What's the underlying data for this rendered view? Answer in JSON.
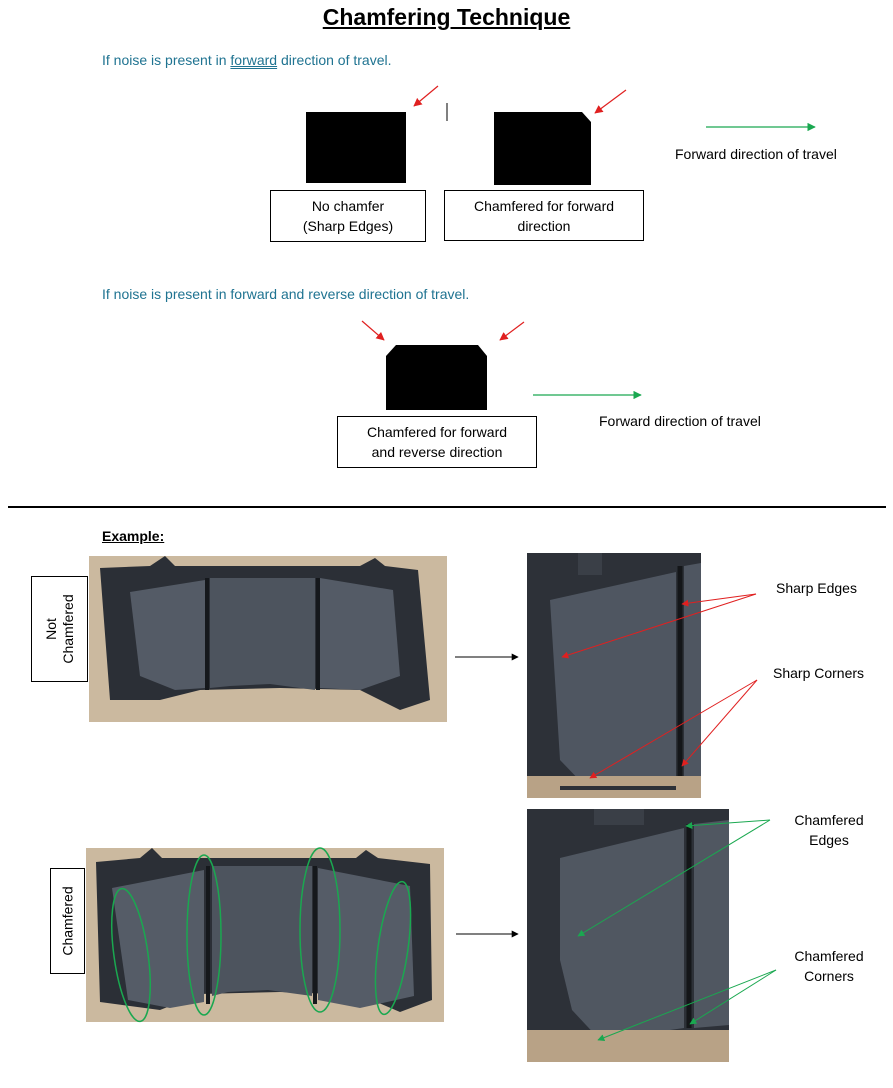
{
  "title": "Chamfering Technique",
  "section1": {
    "intro_pre": "If noise is present in ",
    "intro_underlined": "forward",
    "intro_post": " direction of travel.",
    "box_left_line1": "No chamfer",
    "box_left_line2": "(Sharp Edges)",
    "box_right_line1": "Chamfered for forward",
    "box_right_line2": "direction",
    "direction_label": "Forward direction of travel"
  },
  "section2": {
    "intro": "If noise is present in forward and reverse direction of travel.",
    "box_line1": "Chamfered for forward",
    "box_line2": "and reverse direction",
    "direction_label": "Forward direction of travel"
  },
  "example": {
    "heading": "Example:",
    "not_chamfered_line1": "Not",
    "not_chamfered_line2": "Chamfered",
    "chamfered_label": "Chamfered",
    "sharp_edges": "Sharp Edges",
    "sharp_corners": "Sharp Corners",
    "chamfered_edges_line1": "Chamfered",
    "chamfered_edges_line2": "Edges",
    "chamfered_corners_line1": "Chamfered",
    "chamfered_corners_line2": "Corners"
  },
  "colors": {
    "teal_text": "#1f7391",
    "red_arrow": "#e02020",
    "green_arrow": "#1aa850",
    "pad_fill": "#3a4049",
    "wood": "#c9b8a0"
  },
  "icons": [
    "red-arrow-icon",
    "green-arrow-icon",
    "black-arrow-icon",
    "green-ellipse-icon"
  ]
}
